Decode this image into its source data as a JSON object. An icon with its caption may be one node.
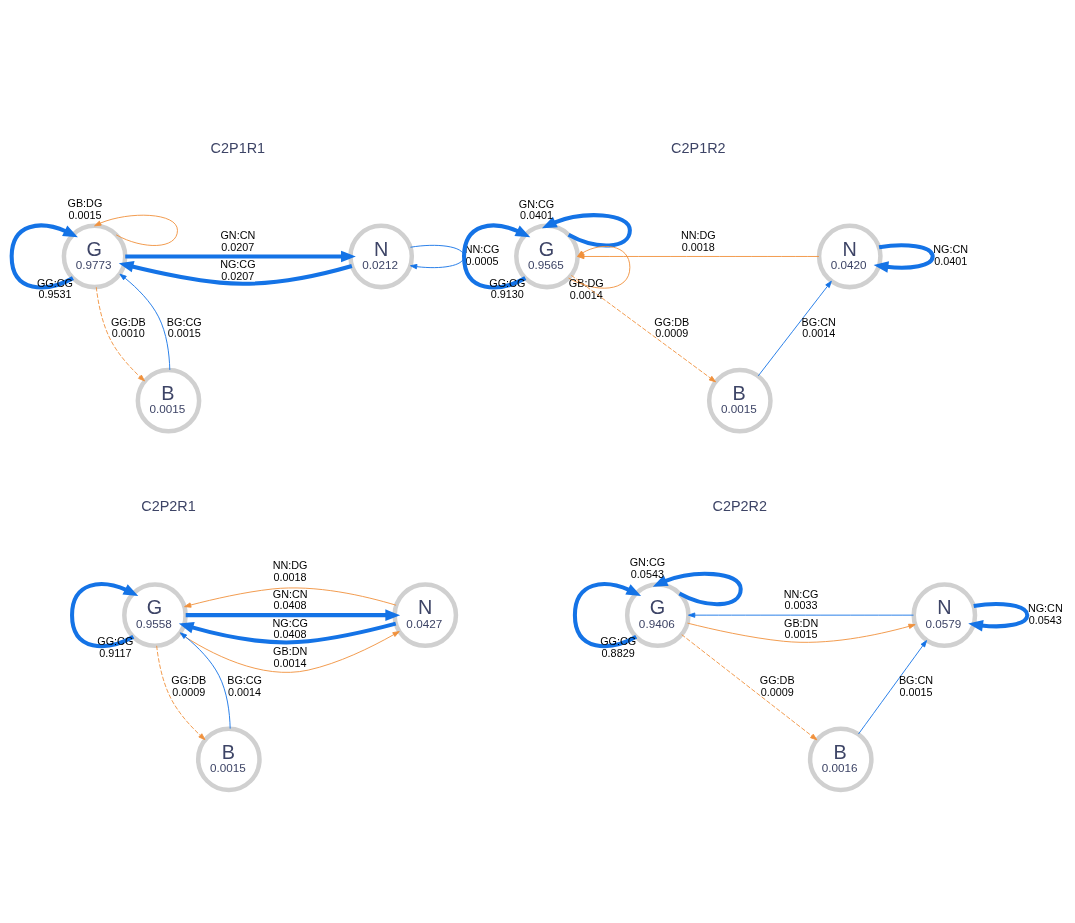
{
  "diagram": {
    "nodes": [
      {
        "text": [
          "G",
          "0.9773"
        ]
      },
      {
        "text": [
          "N",
          "0.0212"
        ]
      },
      {
        "text": [
          "B",
          "0.0015"
        ]
      },
      {
        "text": [
          "G",
          "0.9565"
        ]
      },
      {
        "text": [
          "N",
          "0.0420"
        ]
      },
      {
        "text": [
          "B",
          "0.0015"
        ]
      },
      {
        "text": [
          "G",
          "0.9558"
        ]
      },
      {
        "text": [
          "N",
          "0.0427"
        ]
      },
      {
        "text": [
          "B",
          "0.0015"
        ]
      },
      {
        "text": [
          "G",
          "0.9406"
        ]
      },
      {
        "text": [
          "N",
          "0.0579"
        ]
      },
      {
        "text": [
          "B",
          "0.0016"
        ]
      }
    ],
    "edges": [
      {
        "from": 0,
        "to": 0,
        "arrow": "to",
        "label": "GG:CG 0.9531",
        "style": "thick"
      },
      {
        "from": 0,
        "to": 1,
        "arrow": "to",
        "label": "GN:CN 0.0207",
        "style": "thick"
      },
      {
        "from": 1,
        "to": 0,
        "arrow": "to",
        "label": "NG:CG 0.0207",
        "style": "thick"
      },
      {
        "from": 0,
        "to": 0,
        "arrow": "to",
        "label": "GB:DG 0.0015",
        "color": "#f0913c"
      },
      {
        "from": 1,
        "to": 1,
        "arrow": "to",
        "label": "NN:CG 0.0005"
      },
      {
        "from": 2,
        "to": 0,
        "arrow": "to",
        "label": "BG:CG 0.0015"
      },
      {
        "from": 0,
        "to": 2,
        "arrow": "to",
        "label": "GG:DB 0.0010",
        "style": "dashed",
        "color": "#f0913c"
      },
      {
        "from": 3,
        "to": 3,
        "arrow": "to",
        "label": "GG:CG 0.9130",
        "style": "thick"
      },
      {
        "from": 3,
        "to": 3,
        "arrow": "to",
        "label": "GN:CG 0.0401",
        "style": "thick"
      },
      {
        "from": 3,
        "to": 3,
        "arrow": "to",
        "label": "GB:DG 0.0014",
        "color": "#f0913c"
      },
      {
        "from": 4,
        "to": 4,
        "arrow": "to",
        "label": "NG:CN 0.0401",
        "style": "thick"
      },
      {
        "from": 4,
        "to": 3,
        "arrow": "to",
        "label": "NN:DG 0.0018",
        "color": "#f0913c"
      },
      {
        "from": 3,
        "to": 5,
        "arrow": "to",
        "label": "GG:DB 0.0009",
        "style": "dashed",
        "color": "#f0913c"
      },
      {
        "from": 5,
        "to": 4,
        "arrow": "to",
        "label": "BG:CN 0.0014"
      },
      {
        "from": 6,
        "to": 6,
        "arrow": "to",
        "label": "GG:CG 0.9117",
        "style": "thick"
      },
      {
        "from": 6,
        "to": 7,
        "arrow": "to",
        "label": "GN:CN 0.0408",
        "style": "thick"
      },
      {
        "from": 7,
        "to": 6,
        "arrow": "to",
        "label": "NG:CG 0.0408",
        "style": "thick"
      },
      {
        "from": 6,
        "to": 7,
        "arrow": "to",
        "label": "GB:DN 0.0014",
        "color": "#f0913c"
      },
      {
        "from": 7,
        "to": 6,
        "arrow": "to",
        "label": "NN:DG 0.0018",
        "color": "#f0913c"
      },
      {
        "from": 8,
        "to": 6,
        "arrow": "to",
        "label": "BG:CG 0.0014"
      },
      {
        "from": 6,
        "to": 8,
        "arrow": "to",
        "label": "GG:DB 0.0009",
        "style": "dashed",
        "color": "#f0913c"
      },
      {
        "from": 9,
        "to": 9,
        "arrow": "to",
        "label": "GG:CG 0.8829",
        "style": "thick"
      },
      {
        "from": 9,
        "to": 9,
        "arrow": "to",
        "label": "GN:CG 0.0543",
        "style": "thick"
      },
      {
        "from": 9,
        "to": 10,
        "arrow": "to",
        "label": "GB:DN 0.0015",
        "color": "#f0913c"
      },
      {
        "from": 10,
        "to": 10,
        "arrow": "to",
        "label": "NG:CN 0.0543",
        "style": "thick"
      },
      {
        "from": 10,
        "to": 9,
        "arrow": "to",
        "label": "NN:CG 0.0033"
      },
      {
        "from": 9,
        "to": 11,
        "arrow": "to",
        "label": "GG:DB 0.0009",
        "style": "dashed",
        "color": "#f0913c"
      },
      {
        "from": 11,
        "to": 10,
        "arrow": "to",
        "label": "BG:CN 0.0015"
      }
    ],
    "labels": [
      "C2P1R1",
      "C2P1R2",
      "C2P2R1",
      "C2P2R2"
    ]
  }
}
